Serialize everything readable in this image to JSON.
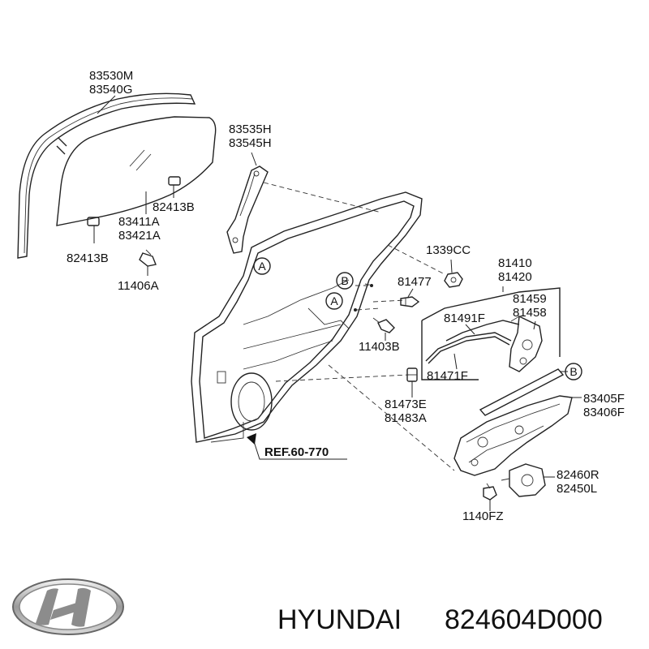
{
  "diagram": {
    "labels": {
      "p83530M": "83530M",
      "p83540G": "83540G",
      "p83535H": "83535H",
      "p83545H": "83545H",
      "p82413B_top": "82413B",
      "p83411A": "83411A",
      "p83421A": "83421A",
      "p82413B_left": "82413B",
      "p11406A": "11406A",
      "p1339CC": "1339CC",
      "p81410": "81410",
      "p81420": "81420",
      "p81477": "81477",
      "p81459": "81459",
      "p81458": "81458",
      "p81491F": "81491F",
      "p11403B": "11403B",
      "p81471F": "81471F",
      "p81473E": "81473E",
      "p81483A": "81483A",
      "p83405F": "83405F",
      "p83406F": "83406F",
      "p82460R": "82460R",
      "p82450L": "82450L",
      "p1140FZ": "1140FZ",
      "ref": "REF.60-770"
    },
    "markers": {
      "a1": "A",
      "a2": "A",
      "b1": "B",
      "b2": "B"
    }
  },
  "footer": {
    "brand": "HYUNDAI",
    "part_number": "824604D000"
  },
  "logo_icon": "hyundai-logo-icon"
}
